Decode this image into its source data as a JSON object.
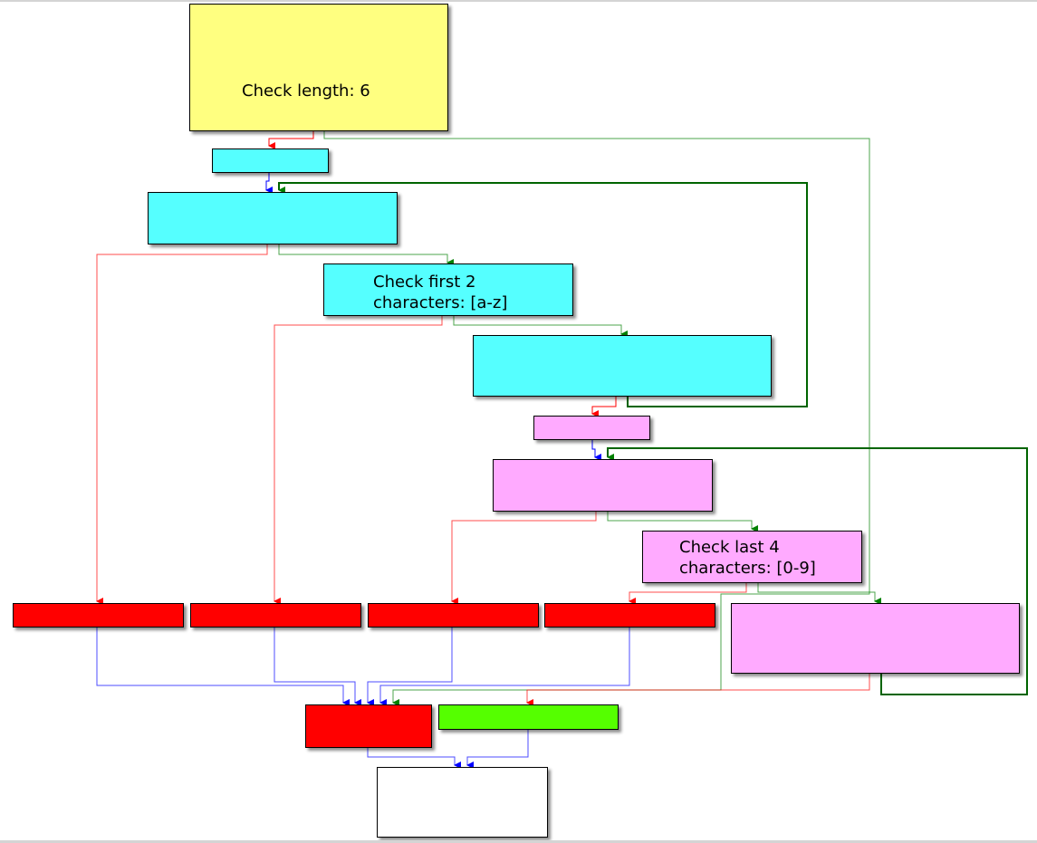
{
  "graph": {
    "labels": {
      "check_length": "Check length: 6",
      "check_first_line1": "Check first 2",
      "check_first_line2": "characters: [a-z]",
      "check_last_line1": "Check last 4",
      "check_last_line2": "characters: [0-9]"
    },
    "colors": {
      "entry_block": "#ffff80",
      "loop1_block": "#55ffff",
      "loop2_block": "#ffaaff",
      "fail_block": "#ff0000",
      "success_block": "#55ff00",
      "exit_block": "#ffffff",
      "edge_false": "#ff0000",
      "edge_true": "#008000",
      "edge_uncond": "#0000ff",
      "edge_loop": "#006400"
    }
  }
}
